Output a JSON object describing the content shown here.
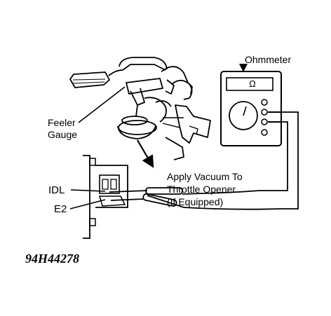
{
  "labels": {
    "ohmmeter": "Ohmmeter",
    "ohm_symbol": "Ω",
    "feeler_line1": "Feeler",
    "feeler_line2": "Gauge",
    "vacuum_line1": "Apply Vacuum To",
    "vacuum_line2": "Throttle Opener",
    "vacuum_line3": "(If Equipped)",
    "idl": "IDL",
    "e2": "E2"
  },
  "figure_id": "94H44278",
  "colors": {
    "ink": "#000000",
    "paper": "#ffffff"
  }
}
